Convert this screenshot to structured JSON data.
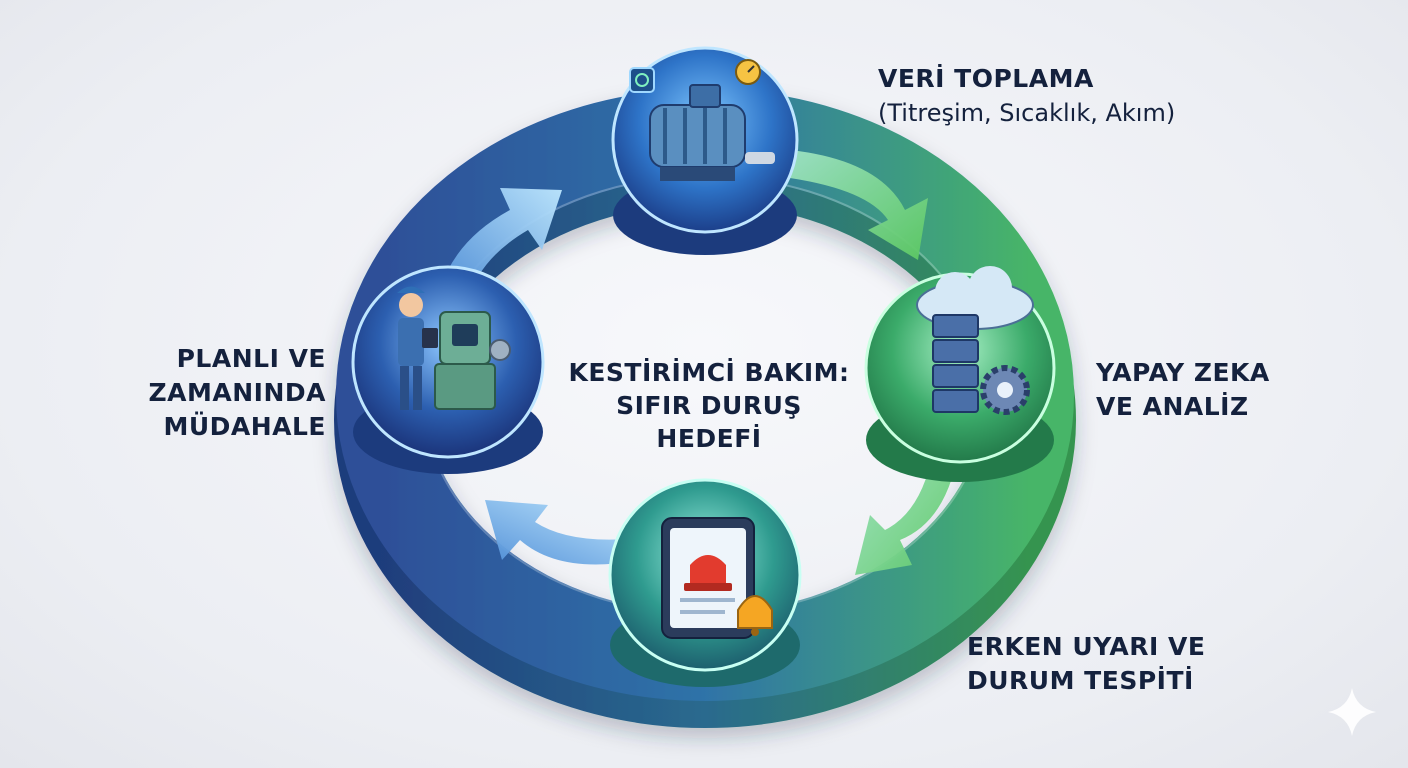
{
  "center_title": {
    "line1": "KESTİRİMCİ BAKIM:",
    "line2": "SIFIR DURUŞ",
    "line3": "HEDEFİ"
  },
  "stages": {
    "data_collection": {
      "title": "VERİ TOPLAMA",
      "subtitle": "(Titreşim, Sıcaklık, Akım)",
      "icon": "electric-motor-icon"
    },
    "ai_analysis": {
      "line1": "YAPAY ZEKA",
      "line2": "VE ANALİZ",
      "icon": "cloud-server-gear-icon"
    },
    "early_warning": {
      "line1": "ERKEN UYARI VE",
      "line2": "DURUM TESPİTİ",
      "icon": "tablet-alarm-bell-icon"
    },
    "planned_intervention": {
      "line1": "PLANLI VE",
      "line2": "ZAMANINDA",
      "line3": "MÜDAHALE",
      "icon": "technician-machine-icon"
    }
  },
  "colors": {
    "ring_blue": "#2f5fa8",
    "ring_green": "#3fae6a",
    "text": "#14213d",
    "alarm_red": "#e23b2e",
    "bell_yellow": "#f5a623"
  }
}
